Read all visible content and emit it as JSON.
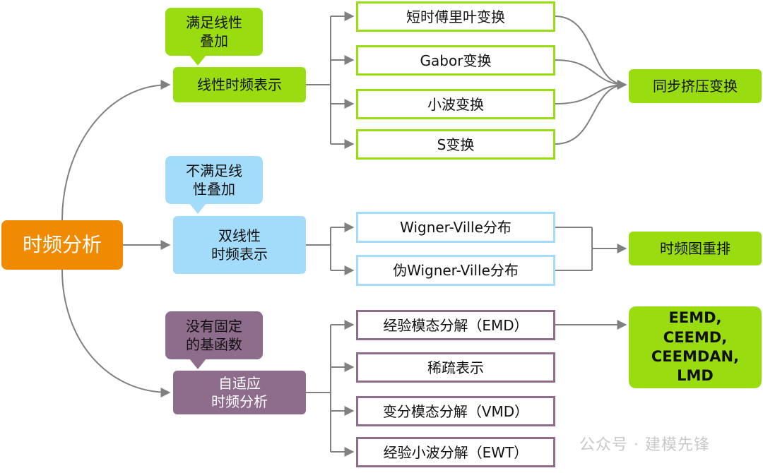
{
  "root": {
    "label": "时频分析"
  },
  "categories": [
    {
      "label": "线性时频表示",
      "callout": "满足线性\n叠加",
      "color": "#99dd11"
    },
    {
      "label": "双线性\n时频表示",
      "callout": "不满足线\n性叠加",
      "color": "#a3dcfa"
    },
    {
      "label": "自适应\n时频分析",
      "callout": "没有固定\n的基函数",
      "color": "#8e6c8c"
    }
  ],
  "methods": [
    {
      "label": "短时傅里叶变换"
    },
    {
      "label": "Gabor变换"
    },
    {
      "label": "小波变换"
    },
    {
      "label": "S变换"
    },
    {
      "label": "Wigner-Ville分布"
    },
    {
      "label": "伪Wigner-Ville分布"
    },
    {
      "label": "经验模态分解（EMD）"
    },
    {
      "label": "稀疏表示"
    },
    {
      "label": "变分模态分解（VMD）"
    },
    {
      "label": "经验小波分解（EWT）"
    }
  ],
  "extensions": [
    {
      "label": "同步挤压变换"
    },
    {
      "label": "时频图重排"
    },
    {
      "label": "EEMD,\nCEEMD,\nCEEMDAN,\nLMD"
    }
  ],
  "watermark": "公众号 · 建模先锋"
}
